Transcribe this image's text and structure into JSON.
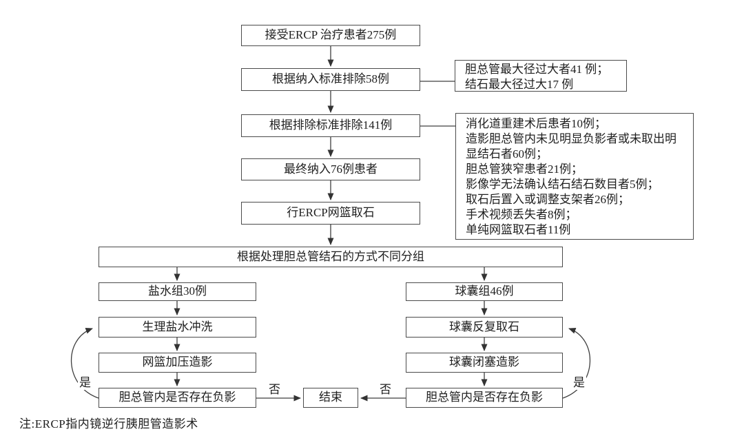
{
  "figure": {
    "type": "flowchart",
    "note": "注:ERCP指内镜逆行胰胆管造影术"
  },
  "labels": {
    "yes": "是",
    "no": "否"
  },
  "nodes": {
    "start": "接受ERCP 治疗患者275例",
    "exclude_by_inclusion": "根据纳入标准排除58例",
    "exclude_by_exclusion": "根据排除标准排除141例",
    "final_included": "最终纳入76例患者",
    "ercp_basket": "行ERCP网篮取石",
    "grouping": "根据处理胆总管结石的方式不同分组",
    "saline_group": "盐水组30例",
    "balloon_group": "球囊组46例",
    "saline_rinse": "生理盐水冲洗",
    "basket_contrast": "网篮加压造影",
    "decision_left": "胆总管内是否存在负影",
    "balloon_retrieve": "球囊反复取石",
    "balloon_occlusion": "球囊闭塞造影",
    "decision_right": "胆总管内是否存在负影",
    "end": "结束"
  },
  "exclusion_detail_1": {
    "lines": [
      "胆总管最大径过大者41 例；",
      "结石最大径过大17 例"
    ]
  },
  "exclusion_detail_2": {
    "lines": [
      "消化道重建术后患者10例；",
      "造影胆总管内未见明显负影者或未取出明显结石者60例；",
      "胆总管狭窄患者21例；",
      "影像学无法确认结石结石数目者5例；",
      "取石后置入或调整支架者26例；",
      "手术视频丢失者8例；",
      "单纯网篮取石者11例"
    ]
  }
}
